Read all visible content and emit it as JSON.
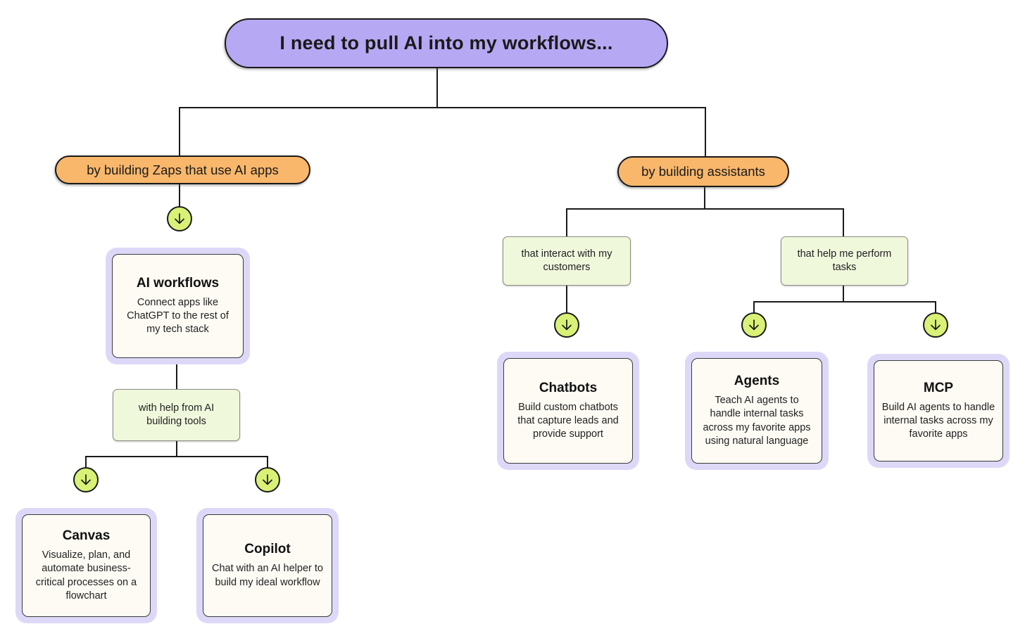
{
  "diagram": {
    "root": {
      "label": "I need to pull AI into my workflows..."
    },
    "branches": {
      "zaps": {
        "label": "by building Zaps that use AI apps"
      },
      "assistants": {
        "label": "by building assistants"
      }
    },
    "conditions": {
      "with_help": {
        "label": "with help from AI building tools"
      },
      "interact": {
        "label": "that interact with my customers"
      },
      "perform": {
        "label": "that help me perform tasks"
      }
    },
    "nodes": {
      "ai_workflows": {
        "title": "AI workflows",
        "description": "Connect apps like ChatGPT to the rest of my tech stack"
      },
      "canvas": {
        "title": "Canvas",
        "description": "Visualize, plan, and automate business-critical processes on a flowchart"
      },
      "copilot": {
        "title": "Copilot",
        "description": "Chat with an AI helper to build my ideal workflow"
      },
      "chatbots": {
        "title": "Chatbots",
        "description": "Build custom chatbots that capture leads and provide support"
      },
      "agents": {
        "title": "Agents",
        "description": "Teach AI agents to handle internal tasks across my favorite apps using natural language"
      },
      "mcp": {
        "title": "MCP",
        "description": "Build AI agents to handle internal tasks across my favorite apps"
      }
    },
    "icons": {
      "down_arrow": "down-arrow-icon"
    },
    "colors": {
      "root_fill": "#B7A8F3",
      "branch_fill": "#F9B76B",
      "condition_fill": "#F0F8DC",
      "card_fill": "#FDFBF4",
      "halo_fill": "#DED8F8",
      "arrow_circle_fill": "#D9F176",
      "line": "#1A1A1A",
      "background": "#FFFFFF"
    }
  }
}
